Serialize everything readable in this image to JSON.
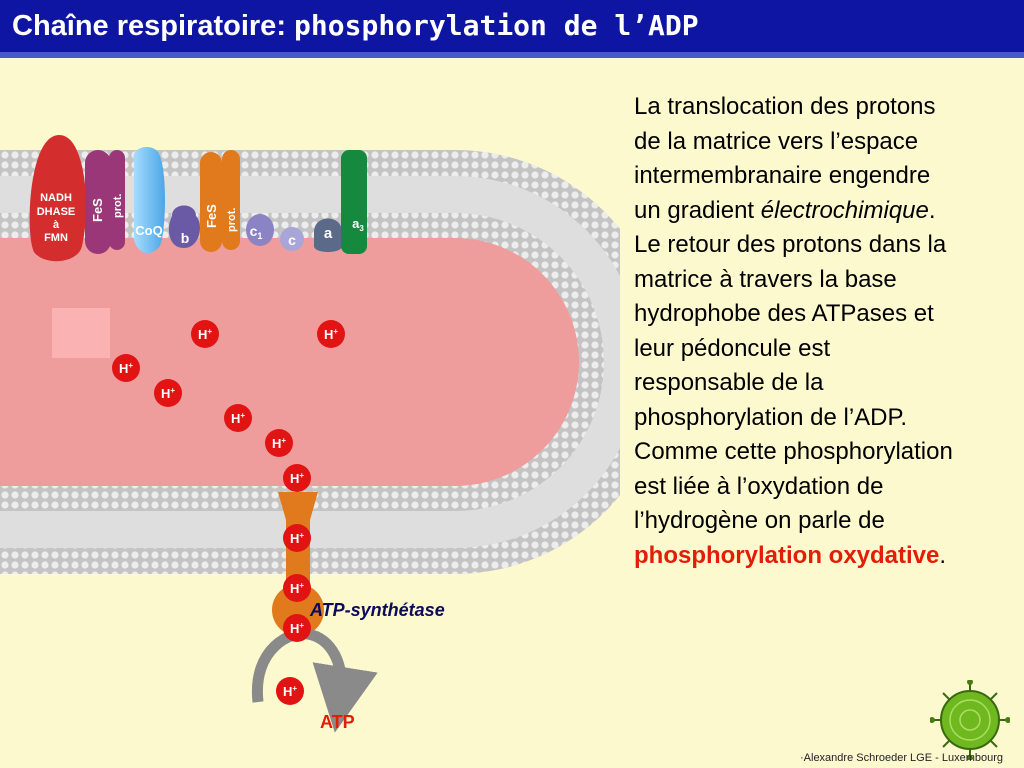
{
  "header": {
    "title_part1": "Chaîne respiratoire: ",
    "title_part2": "phosphorylation de l’ADP"
  },
  "diagram": {
    "complexes": {
      "nadh_line1": "NADH",
      "nadh_line2": "DHASE",
      "nadh_line3": "à",
      "nadh_line4": "FMN",
      "fes_1": "FeS",
      "prot_1": "prot.",
      "coq": "CoQ",
      "b": "b",
      "fes_2": "FeS",
      "prot_2": "prot.",
      "c1": "c",
      "c1_sub": "1",
      "c": "c",
      "a": "a",
      "a3": "a",
      "a3_sub": "3"
    },
    "proton_label": "H",
    "proton_charge": "+",
    "atp_synthase_label": "ATP-synthétase",
    "atp_label": "ATP"
  },
  "text": {
    "p1": "La translocation des protons de la matrice vers l’espace intermembranaire engendre un gradient ",
    "p1_em": "électrochimique",
    "p2": ". Le retour des protons dans la matrice à travers la base hydrophobe des ATPases et leur pédoncule est responsable de la phosphorylation de l’ADP. Comme cette phosphorylation est liée à l’oxydation de l’hydrogène on parle de ",
    "p2_red": "phosphorylation oxydative",
    "p3": "."
  },
  "footer": {
    "credit": "·Alexandre Schroeder LGE - Luxembourg"
  },
  "colors": {
    "title_bg": "#0f15a3",
    "title_rule": "#4a58c8",
    "background": "#fdf9cf",
    "matrix": "#ee9c9c",
    "membrane": "#c4c4c4",
    "highlight_red": "#e21d08",
    "proton_red": "#e11313"
  }
}
